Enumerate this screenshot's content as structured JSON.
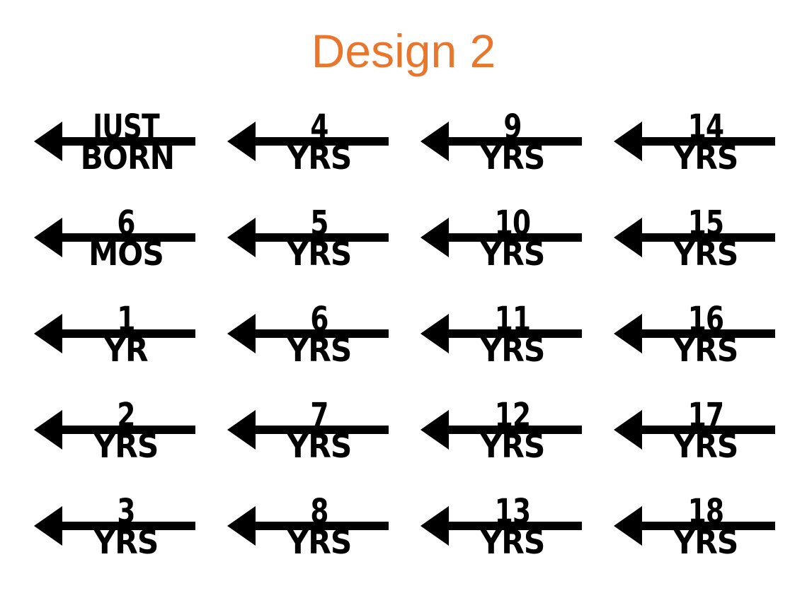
{
  "title": "Design 2",
  "arrow_icon": "left-arrow-icon",
  "columns": [
    {
      "items": [
        {
          "top": "JUST",
          "bottom": "BORN"
        },
        {
          "top": "6",
          "bottom": "MOS"
        },
        {
          "top": "1",
          "bottom": "YR"
        },
        {
          "top": "2",
          "bottom": "YRS"
        },
        {
          "top": "3",
          "bottom": "YRS"
        }
      ]
    },
    {
      "items": [
        {
          "top": "4",
          "bottom": "YRS"
        },
        {
          "top": "5",
          "bottom": "YRS"
        },
        {
          "top": "6",
          "bottom": "YRS"
        },
        {
          "top": "7",
          "bottom": "YRS"
        },
        {
          "top": "8",
          "bottom": "YRS"
        }
      ]
    },
    {
      "items": [
        {
          "top": "9",
          "bottom": "YRS"
        },
        {
          "top": "10",
          "bottom": "YRS"
        },
        {
          "top": "11",
          "bottom": "YRS"
        },
        {
          "top": "12",
          "bottom": "YRS"
        },
        {
          "top": "13",
          "bottom": "YRS"
        }
      ]
    },
    {
      "items": [
        {
          "top": "14",
          "bottom": "YRS"
        },
        {
          "top": "15",
          "bottom": "YRS"
        },
        {
          "top": "16",
          "bottom": "YRS"
        },
        {
          "top": "17",
          "bottom": "YRS"
        },
        {
          "top": "18",
          "bottom": "YRS"
        }
      ]
    }
  ],
  "colors": {
    "title": "#e8762c",
    "marker": "#000000",
    "background": "#ffffff"
  }
}
